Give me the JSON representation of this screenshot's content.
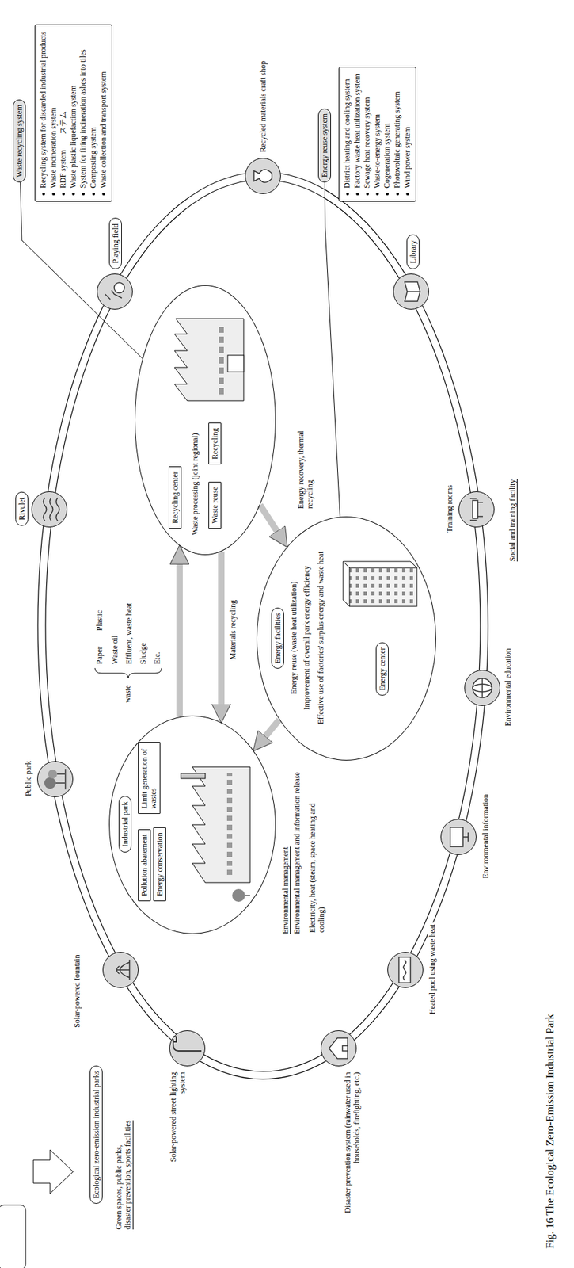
{
  "diagram": {
    "caption": "Fig. 16 The Ecological Zero-Emission Industrial Park",
    "nodes": [
      {
        "text": [
          "Ecological zero-emission industrial parks"
        ]
      },
      {
        "text": [
          "Industrial park"
        ]
      },
      {
        "text": [
          "Pollution abatement"
        ],
        "in": 1
      },
      {
        "text": [
          "Energy conservation"
        ],
        "in": 1
      },
      {
        "text": [
          "Limit generation of wastes"
        ],
        "in": 1
      },
      {
        "text": [
          "Waste processing (joint regional)"
        ]
      },
      {
        "text": [
          "Recycling center"
        ],
        "in": 5
      },
      {
        "text": [
          "Waste reuse"
        ],
        "in": 5
      },
      {
        "text": [
          "Recycling"
        ],
        "in": 5
      },
      {
        "text": [
          "Energy reuse (waste heat utilization)",
          "Improvement of overall park energy efficiency",
          "Effective use of factories' surplus energy and waste heat"
        ]
      },
      {
        "text": [
          "Energy facilities"
        ],
        "in": 9
      },
      {
        "text": [
          "Energy center"
        ],
        "in": 9
      },
      {
        "text": [
          "Waste recycling system"
        ]
      },
      {
        "text": [
          "Recycling system for discarded industrial products",
          "Waste incineration system",
          "RDF system",
          "Waste plastic liquefaction system",
          "System for firing incineration ashes into tiles",
          "Composting system",
          "Waste collection and transport system"
        ]
      },
      {
        "text": [
          "Energy reuse system"
        ]
      },
      {
        "text": [
          "District heating and cooling system",
          "Factory waste heat utilization system",
          "Sewage heat recovery system",
          "Waste-to-energy system",
          "Cogeneration system",
          "Photovoltaic generating system",
          "Wind power system"
        ]
      },
      {
        "text": [
          "Public park"
        ]
      },
      {
        "text": [
          "Solar-powered fountain"
        ]
      },
      {
        "text": [
          "Solar-powered street lighting system"
        ]
      },
      {
        "text": [
          "Disaster prevention system (rainwater used in households, firefighting, etc.)"
        ]
      },
      {
        "text": [
          "Heated pool using waste heat"
        ]
      },
      {
        "text": [
          "Environmental information"
        ]
      },
      {
        "text": [
          "Environmental education"
        ]
      },
      {
        "text": [
          "Training rooms"
        ]
      },
      {
        "text": [
          "Library"
        ]
      },
      {
        "text": [
          "Recycled materials craft shop"
        ]
      },
      {
        "text": [
          "Playing field"
        ]
      },
      {
        "text": [
          "Rivulet"
        ]
      }
    ],
    "edges": [
      {
        "from": 1,
        "to": 5,
        "arrow": "to"
      },
      {
        "from": 5,
        "to": 1,
        "label": "Materials recycling",
        "arrow": "to"
      },
      {
        "from": 5,
        "to": 9,
        "label": "Energy recovery, thermal recycling",
        "arrow": "to"
      },
      {
        "from": 9,
        "to": 1,
        "label": "Electricity, heat (steam, space heating and cooling)",
        "arrow": "to"
      },
      {
        "from": 12,
        "to": 5,
        "arrow": "none"
      },
      {
        "from": 14,
        "to": 9,
        "arrow": "none"
      }
    ],
    "labels": [
      "waste",
      "Paper",
      "Plastic",
      "Waste oil",
      "Effluent, waste heat",
      "Sludge",
      "Etc.",
      "Environmental management",
      "Environmental management and information release",
      "Social and training facility",
      "Green spaces, public parks, disaster prevention, sports facilities",
      "ステム"
    ]
  }
}
